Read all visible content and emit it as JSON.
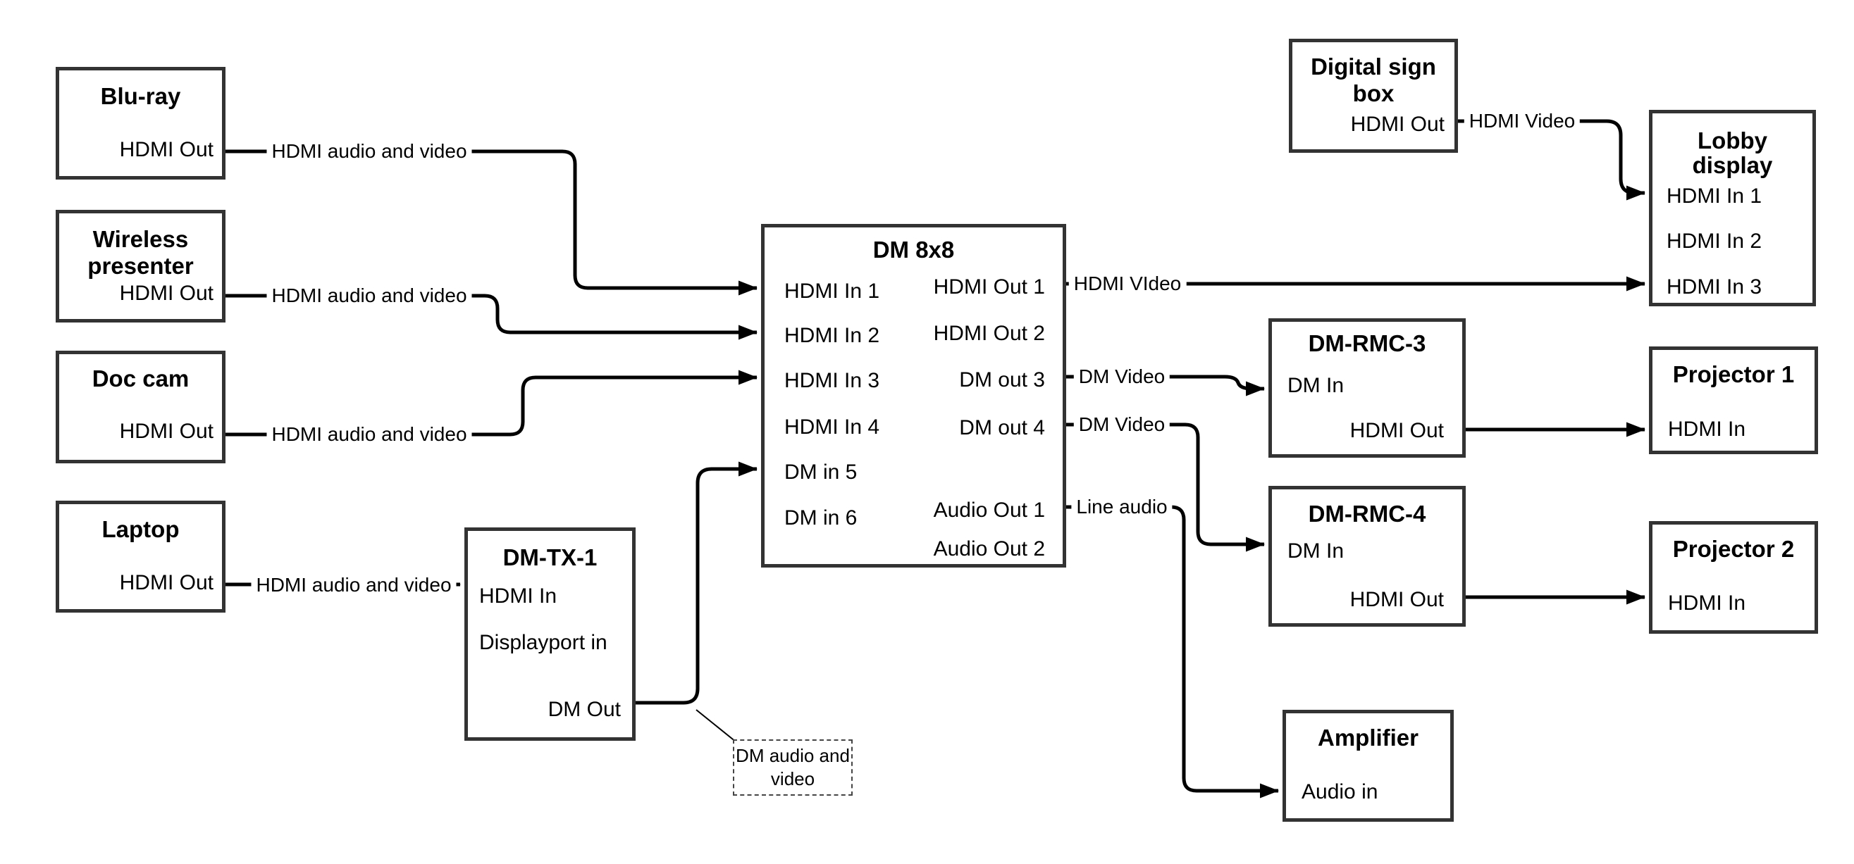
{
  "nodes": {
    "bluray": {
      "title": "Blu-ray",
      "port_hdmi_out": "HDMI Out"
    },
    "wireless": {
      "title_line1": "Wireless",
      "title_line2": "presenter",
      "port_hdmi_out": "HDMI Out"
    },
    "doccam": {
      "title": "Doc cam",
      "port_hdmi_out": "HDMI Out"
    },
    "laptop": {
      "title": "Laptop",
      "port_hdmi_out": "HDMI Out"
    },
    "dmtx1": {
      "title": "DM-TX-1",
      "port_hdmi_in": "HDMI In",
      "port_displayport_in": "Displayport in",
      "port_dm_out": "DM Out"
    },
    "dm8x8": {
      "title": "DM 8x8",
      "port_hdmi_in_1": "HDMI In 1",
      "port_hdmi_in_2": "HDMI In 2",
      "port_hdmi_in_3": "HDMI In 3",
      "port_hdmi_in_4": "HDMI In 4",
      "port_dm_in_5": "DM in 5",
      "port_dm_in_6": "DM in 6",
      "port_hdmi_out_1": "HDMI Out 1",
      "port_hdmi_out_2": "HDMI Out 2",
      "port_dm_out_3": "DM out 3",
      "port_dm_out_4": "DM out 4",
      "port_audio_out_1": "Audio Out 1",
      "port_audio_out_2": "Audio Out 2"
    },
    "digitalsign": {
      "title_line1": "Digital sign",
      "title_line2": "box",
      "port_hdmi_out": "HDMI Out"
    },
    "lobby": {
      "title_line1": "Lobby",
      "title_line2": "display",
      "port_hdmi_in_1": "HDMI In 1",
      "port_hdmi_in_2": "HDMI In 2",
      "port_hdmi_in_3": "HDMI In 3"
    },
    "dmrmc3": {
      "title": "DM-RMC-3",
      "port_dm_in": "DM In",
      "port_hdmi_out": "HDMI Out"
    },
    "proj1": {
      "title": "Projector 1",
      "port_hdmi_in": "HDMI In"
    },
    "dmrmc4": {
      "title": "DM-RMC-4",
      "port_dm_in": "DM In",
      "port_hdmi_out": "HDMI Out"
    },
    "proj2": {
      "title": "Projector 2",
      "port_hdmi_in": "HDMI In"
    },
    "amplifier": {
      "title": "Amplifier",
      "port_audio_in": "Audio in"
    }
  },
  "edges": {
    "bluray_to_dm8x8": "HDMI audio and video",
    "wireless_to_dm8x8": "HDMI audio and video",
    "doccam_to_dm8x8": "HDMI audio and video",
    "laptop_to_dmtx1": "HDMI audio and video",
    "dm8x8_to_lobby": "HDMI VIdeo",
    "digitalsign_to_lobby": "HDMI Video",
    "dm8x8_to_dmrmc3": "DM Video",
    "dm8x8_to_dmrmc4": "DM Video",
    "dm8x8_to_amplifier": "Line audio"
  },
  "callout": {
    "line1": "DM audio and",
    "line2": "video"
  },
  "colors": {
    "line": "#000000",
    "box_border": "#333333",
    "background": "#ffffff",
    "text": "#000000"
  }
}
